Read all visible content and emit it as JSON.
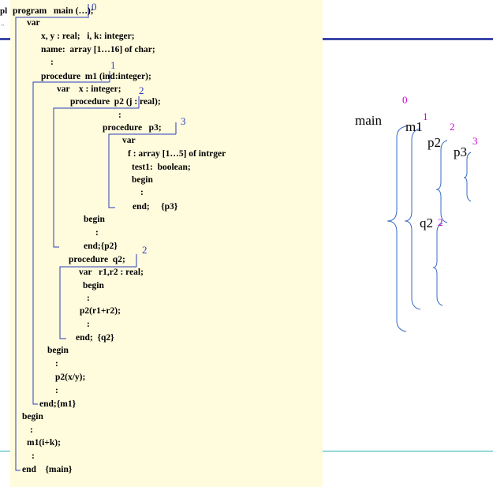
{
  "slide_fragment": "pl",
  "slide_fragment_small": "vs",
  "code_lines": [
    "program   main (…);",
    "var",
    "x, y : real;   i, k: integer;",
    "name:  array [1…16] of char;",
    ":",
    "procedure  m1 (ind:integer);",
    "var    x : integer;",
    "procedure  p2 (j : real);",
    ":",
    "procedure   p3;",
    "var",
    "f : array [1…5] of intrger",
    "test1:  boolean;",
    "begin",
    ":",
    "end;     {p3}",
    "begin",
    ":",
    "end;{p2}",
    "procedure  q2;",
    "var   r1,r2 : real;",
    "begin",
    ":",
    "p2(r1+r2);",
    ":",
    "end;  {q2}",
    "begin",
    ":",
    "p2(x/y);",
    ":",
    "end;{m1}",
    "begin",
    ":",
    "m1(i+k);",
    ":",
    "end    {main}"
  ],
  "level_labels": {
    "main": "0",
    "m1": "1",
    "p2": "2",
    "p3": "3",
    "q2": "2"
  },
  "tree": {
    "main": {
      "label": "main",
      "level": "0"
    },
    "m1": {
      "label": "m1",
      "level": "1"
    },
    "p2": {
      "label": "p2",
      "level": "2"
    },
    "p3": {
      "label": "p3",
      "level": "3"
    },
    "q2": {
      "label": "q2",
      "level": "2"
    }
  },
  "colors": {
    "panel": "#fffbdd",
    "box_line": "#2a3dbd",
    "level_number": "#2a3dbd",
    "tree_brace": "#3a6cc4",
    "tree_level": "#d000d0",
    "accent_line": "#3a46a8",
    "footer_line": "#2ab0b0"
  }
}
